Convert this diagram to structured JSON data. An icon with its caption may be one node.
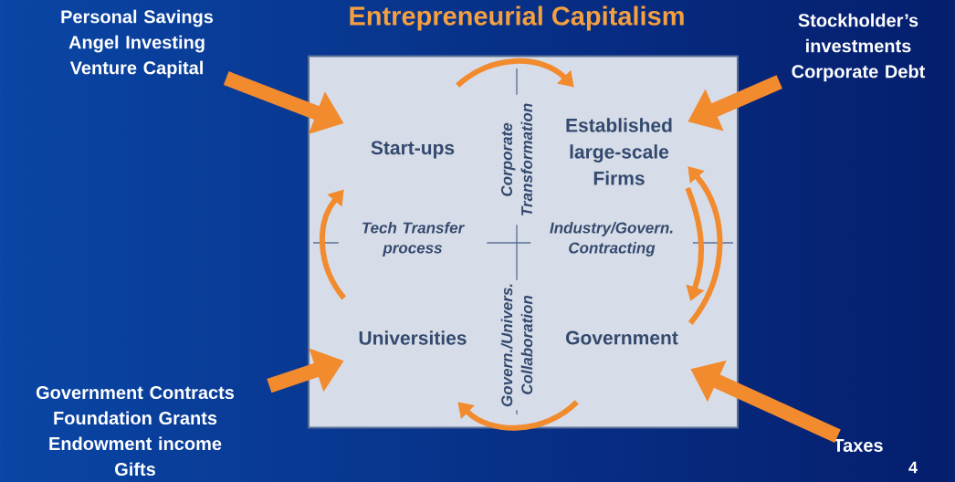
{
  "diagram": {
    "title": "Entrepreneurial Capitalism",
    "nodes": [
      {
        "text": [],
        "shape": "box"
      },
      {
        "text": [
          "Start-ups"
        ],
        "in": 0
      },
      {
        "text": [
          "Established large-scale Firms"
        ],
        "in": 0
      },
      {
        "text": [
          "Universities"
        ],
        "in": 0
      },
      {
        "text": [
          "Government"
        ],
        "in": 0
      },
      {
        "text": [
          "Personal Savings",
          "Angel Investing",
          "Venture Capital"
        ]
      },
      {
        "text": [
          "Stockholder’s investments",
          "Corporate Debt"
        ]
      },
      {
        "text": [
          "Government Contracts",
          "Foundation Grants",
          "Endowment income",
          "Gifts"
        ]
      },
      {
        "text": [
          "Taxes"
        ]
      }
    ],
    "edges": [
      {
        "from": 5,
        "to": 1,
        "arrow": "to",
        "style": "thick"
      },
      {
        "from": 6,
        "to": 2,
        "arrow": "to",
        "style": "thick"
      },
      {
        "from": 7,
        "to": 3,
        "arrow": "to",
        "style": "thick"
      },
      {
        "from": 8,
        "to": 4,
        "arrow": "to",
        "style": "thick"
      },
      {
        "from": 1,
        "to": 2,
        "arrow": "to",
        "label": "Corporate Transformation"
      },
      {
        "from": 2,
        "to": 4,
        "arrow": "to",
        "label": "Industry/Govern. Contracting"
      },
      {
        "from": 4,
        "to": 2,
        "arrow": "to"
      },
      {
        "from": 4,
        "to": 3,
        "arrow": "to",
        "label": "Govern./Univers. Collaboration"
      },
      {
        "from": 3,
        "to": 1,
        "arrow": "to",
        "label": "Tech Transfer process"
      }
    ],
    "labels": [
      "4"
    ]
  }
}
